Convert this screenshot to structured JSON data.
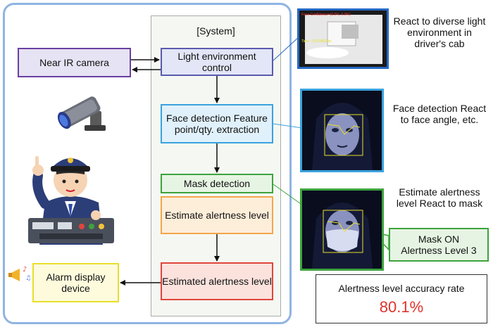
{
  "system": {
    "title": "[System]"
  },
  "boxes": {
    "light_env": "Light environment control",
    "face_detection": "Face detection Feature point/qty. extraction",
    "mask_detection": "Mask detection",
    "estimate": "Estimate alertness level",
    "estimated": "Estimated alertness level",
    "camera": "Near IR camera",
    "alarm": "Alarm display device"
  },
  "descriptions": {
    "d1": "React to diverse light environment in driver's cab",
    "d2": "Face detection React to face angle, etc.",
    "d3": "Estimate alertness level React to mask"
  },
  "callout": {
    "line1": "Mask ON",
    "line2": "Alertness Level 3"
  },
  "accuracy": {
    "title": "Alertness level accuracy rate",
    "value": "80.1%"
  },
  "photo_overlay": {
    "red": "Face Confidence=(0.0%, 0.0%)",
    "yellow": "Time : 0.010682ms"
  },
  "colors": {
    "outer_border": "#8fb4e3",
    "light_env": "#5a5ab0",
    "face": "#3aa2de",
    "mask": "#3da33d",
    "estimate": "#f4a64a",
    "estimated": "#e0453c",
    "camera": "#6a3fa0",
    "alarm": "#e8df2a",
    "accuracy_value": "#e0342c"
  }
}
